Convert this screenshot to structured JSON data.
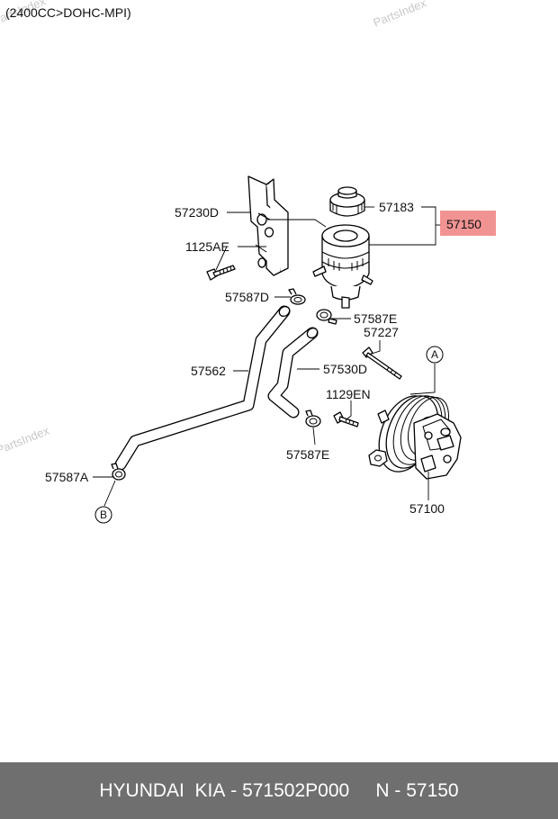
{
  "header": {
    "engine_spec": "(2400CC>DOHC-MPI)"
  },
  "watermarks": [
    "PartsIndex",
    "PartsIndex",
    "PartsIndex"
  ],
  "callouts": {
    "c57230D": "57230D",
    "c1125AE": "1125AE",
    "c57183": "57183",
    "c57150": "57150",
    "c57587D": "57587D",
    "c57587E_top": "57587E",
    "c57227": "57227",
    "c57562": "57562",
    "c57530D": "57530D",
    "c1129EN": "1129EN",
    "c57587E_bottom": "57587E",
    "c57587A": "57587A",
    "c57100": "57100",
    "ref_a": "A",
    "ref_b": "B"
  },
  "highlight_color": "#f08080",
  "footer": {
    "brand": "HYUNDAI  KIA",
    "separator1": " - ",
    "part_number": "571502P000",
    "gap": "     ",
    "position_label": "N",
    "separator2": " - ",
    "position_number": "57150"
  }
}
